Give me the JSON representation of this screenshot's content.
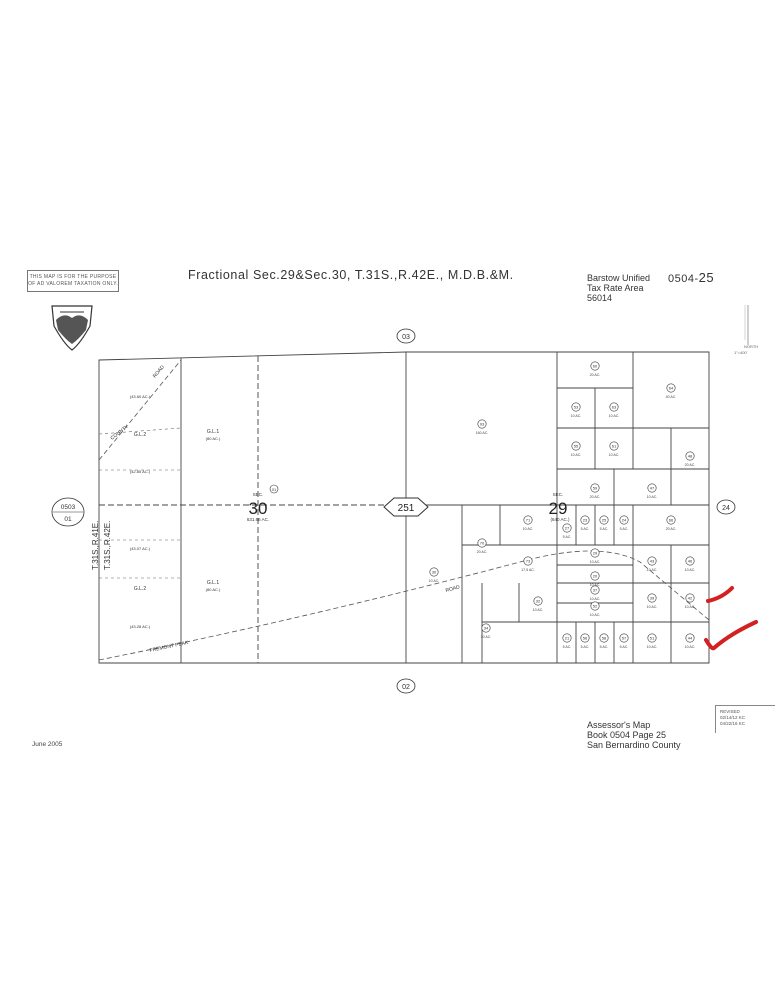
{
  "disclaimer": "THIS MAP IS FOR THE PURPOSE OF AD VALOREM TAXATION ONLY.",
  "title": "Fractional Sec.29&Sec.30, T.31S.,R.42E., M.D.B.&M.",
  "tax_area": {
    "district": "Barstow Unified",
    "label": "Tax Rate Area",
    "code": "56014"
  },
  "book_page": {
    "book": "0504-",
    "page": "25"
  },
  "north_arrow": {
    "label": "NORTH",
    "scale": "1\"=400'"
  },
  "section_labels": {
    "sec30_prefix": "SEC.",
    "sec30": "30",
    "sec29_prefix": "SEC.",
    "sec29": "29",
    "road_number": "251"
  },
  "adjacent": {
    "north": "03",
    "south": "02",
    "east": "24",
    "west_book": "0503",
    "west_page": "01"
  },
  "township_left": "T.31S.,R.41E.",
  "township_right": "T.31S.,R.42E.",
  "roads": {
    "county_road": "COUNTY",
    "county_road_b": "ROAD",
    "fremont": "FREMONT PEAK",
    "fremont_road": "ROAD"
  },
  "lots": {
    "gl2_top": "G.L.2",
    "gl1_top": "G.L.1",
    "gl1_top_ac": "(80 AC.)",
    "gl2_bot": "G.L.2",
    "gl1_bot": "G.L.1",
    "gl1_bot_ac": "(80 AC.)",
    "ac_1": "(43.60 AC.)",
    "ac_2": "(42.85 AC.)",
    "ac_3": "(43.07 AC.)",
    "ac_4": "(43.28 AC.)",
    "sec30_parcel": "01",
    "sec30_ac": "631.66 AC.",
    "sec29_ac": "(640 AC.)"
  },
  "parcels": [
    {
      "id": "60",
      "ac": "20 AC."
    },
    {
      "id": "64",
      "ac": "40 AC."
    },
    {
      "id": "53",
      "ac": "10 AC."
    },
    {
      "id": "63",
      "ac": "10 AC."
    },
    {
      "id": "93",
      "ac": "160 AC."
    },
    {
      "id": "55",
      "ac": "10 AC."
    },
    {
      "id": "61",
      "ac": "10 AC."
    },
    {
      "id": "48",
      "ac": "20 AC."
    },
    {
      "id": "59",
      "ac": "20 AC."
    },
    {
      "id": "47",
      "ac": "10 AC."
    },
    {
      "id": "71",
      "ac": "10 AC."
    },
    {
      "id": "27",
      "ac": "5 AC."
    },
    {
      "id": "23",
      "ac": "5 AC."
    },
    {
      "id": "25",
      "ac": "5 AC."
    },
    {
      "id": "24",
      "ac": "5 AC."
    },
    {
      "id": "66",
      "ac": "20 AC."
    },
    {
      "id": "70",
      "ac": "20 AC."
    },
    {
      "id": "73",
      "ac": "17.5 AC."
    },
    {
      "id": "29",
      "ac": "10 AC."
    },
    {
      "id": "20",
      "ac": "10 AC."
    },
    {
      "id": "43",
      "ac": "10 AC."
    },
    {
      "id": "46",
      "ac": "10 AC."
    },
    {
      "id": "30",
      "ac": "10 AC."
    },
    {
      "id": "37",
      "ac": "10 AC."
    },
    {
      "id": "52",
      "ac": "10 AC."
    },
    {
      "id": "39",
      "ac": "10 AC."
    },
    {
      "id": "42",
      "ac": "10 AC."
    },
    {
      "id": "32",
      "ac": "10 AC."
    },
    {
      "id": "34",
      "ac": "30 AC."
    },
    {
      "id": "21",
      "ac": "5 AC."
    },
    {
      "id": "56",
      "ac": "5 AC."
    },
    {
      "id": "58",
      "ac": "5 AC."
    },
    {
      "id": "57",
      "ac": "5 AC."
    },
    {
      "id": "51",
      "ac": "10 AC."
    },
    {
      "id": "44",
      "ac": "10 AC."
    }
  ],
  "footer": {
    "line1": "Assessor's Map",
    "line2": "Book 0504 Page 25",
    "line3": "San Bernardino County"
  },
  "date": "June 2005",
  "revised": {
    "label": "REVISED",
    "line1": "02/14/12 KC",
    "line2": "04/22/16 KC"
  },
  "colors": {
    "ink": "#333333",
    "annotation": "#d42020"
  }
}
